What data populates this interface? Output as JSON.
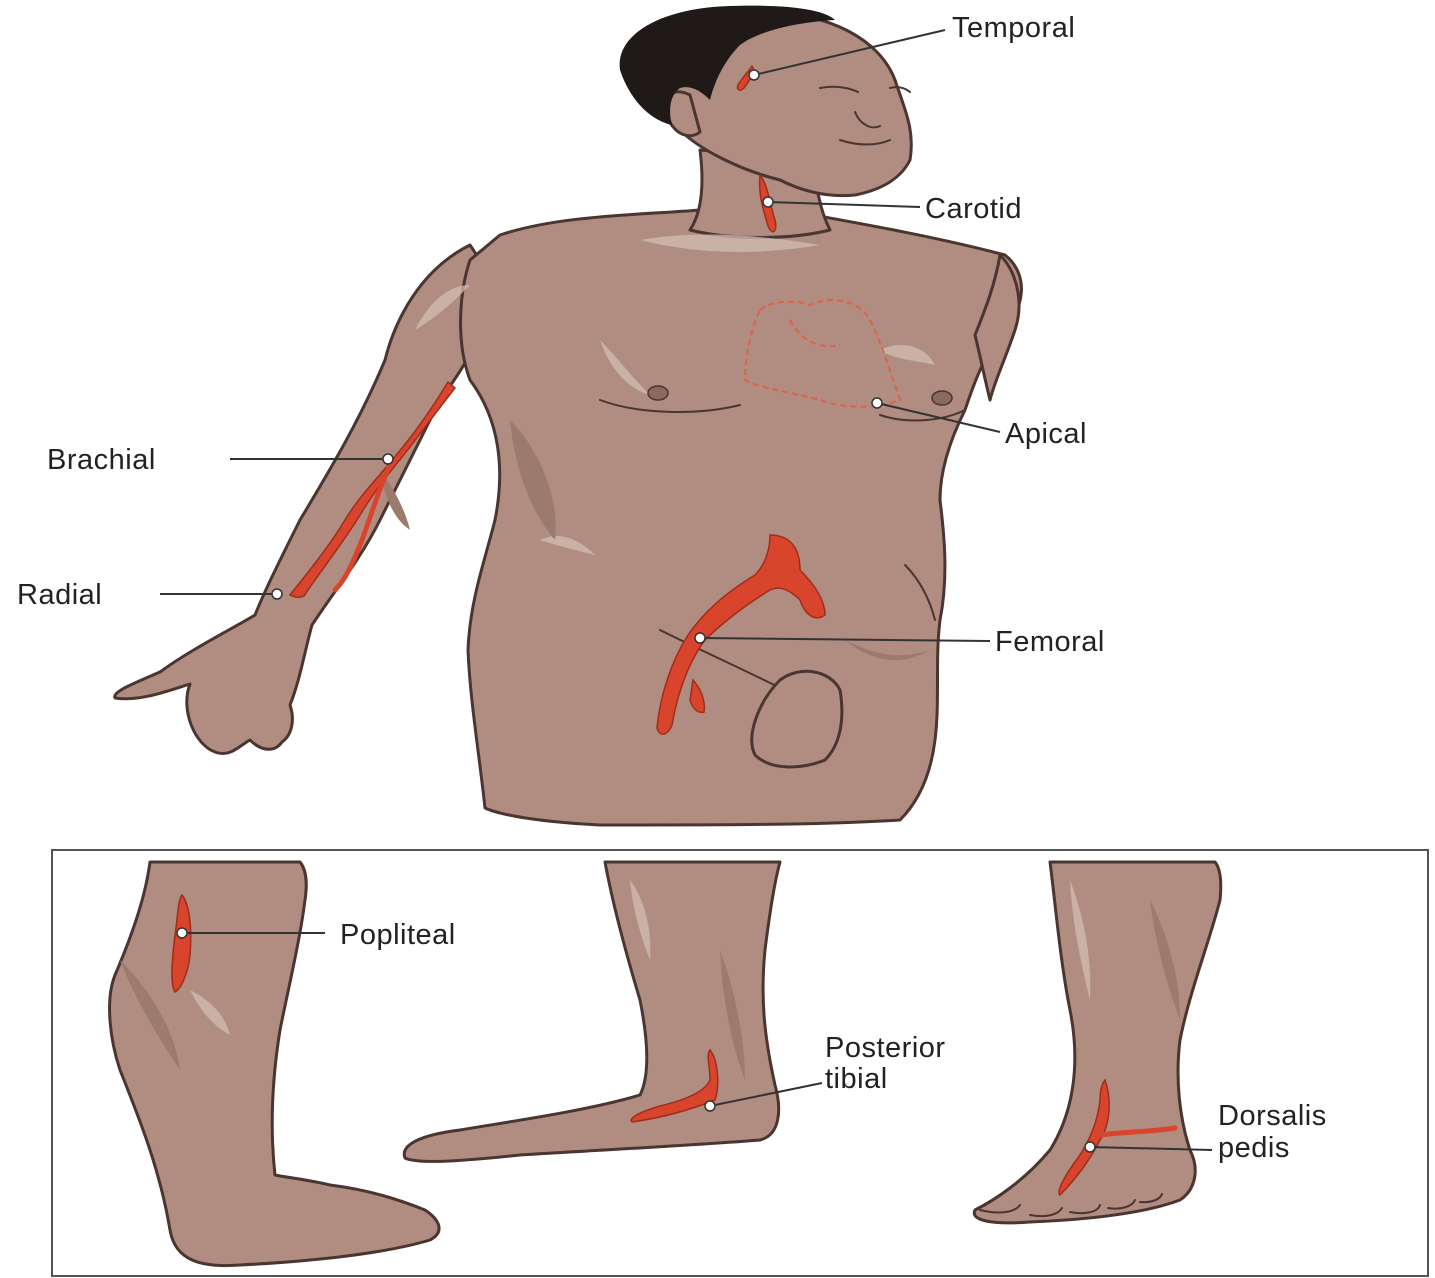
{
  "colors": {
    "skin": "#b08d80",
    "shade": "#9c7a6d",
    "highlight": "#d3bdb3",
    "outline": "#4a3530",
    "hair": "#1f1a18",
    "artery": "#d9452c",
    "artery_dark": "#a12b1b",
    "heart_outline": "#e0604a",
    "inset_border": "#555555"
  },
  "pulse_sites": {
    "temporal": "Temporal",
    "carotid": "Carotid",
    "apical": "Apical",
    "brachial": "Brachial",
    "radial": "Radial",
    "femoral": "Femoral",
    "popliteal": "Popliteal",
    "posterior_tibial_line1": "Posterior",
    "posterior_tibial_line2": "tibial",
    "dorsalis_pedis_line1": "Dorsalis",
    "dorsalis_pedis_line2": "pedis"
  }
}
